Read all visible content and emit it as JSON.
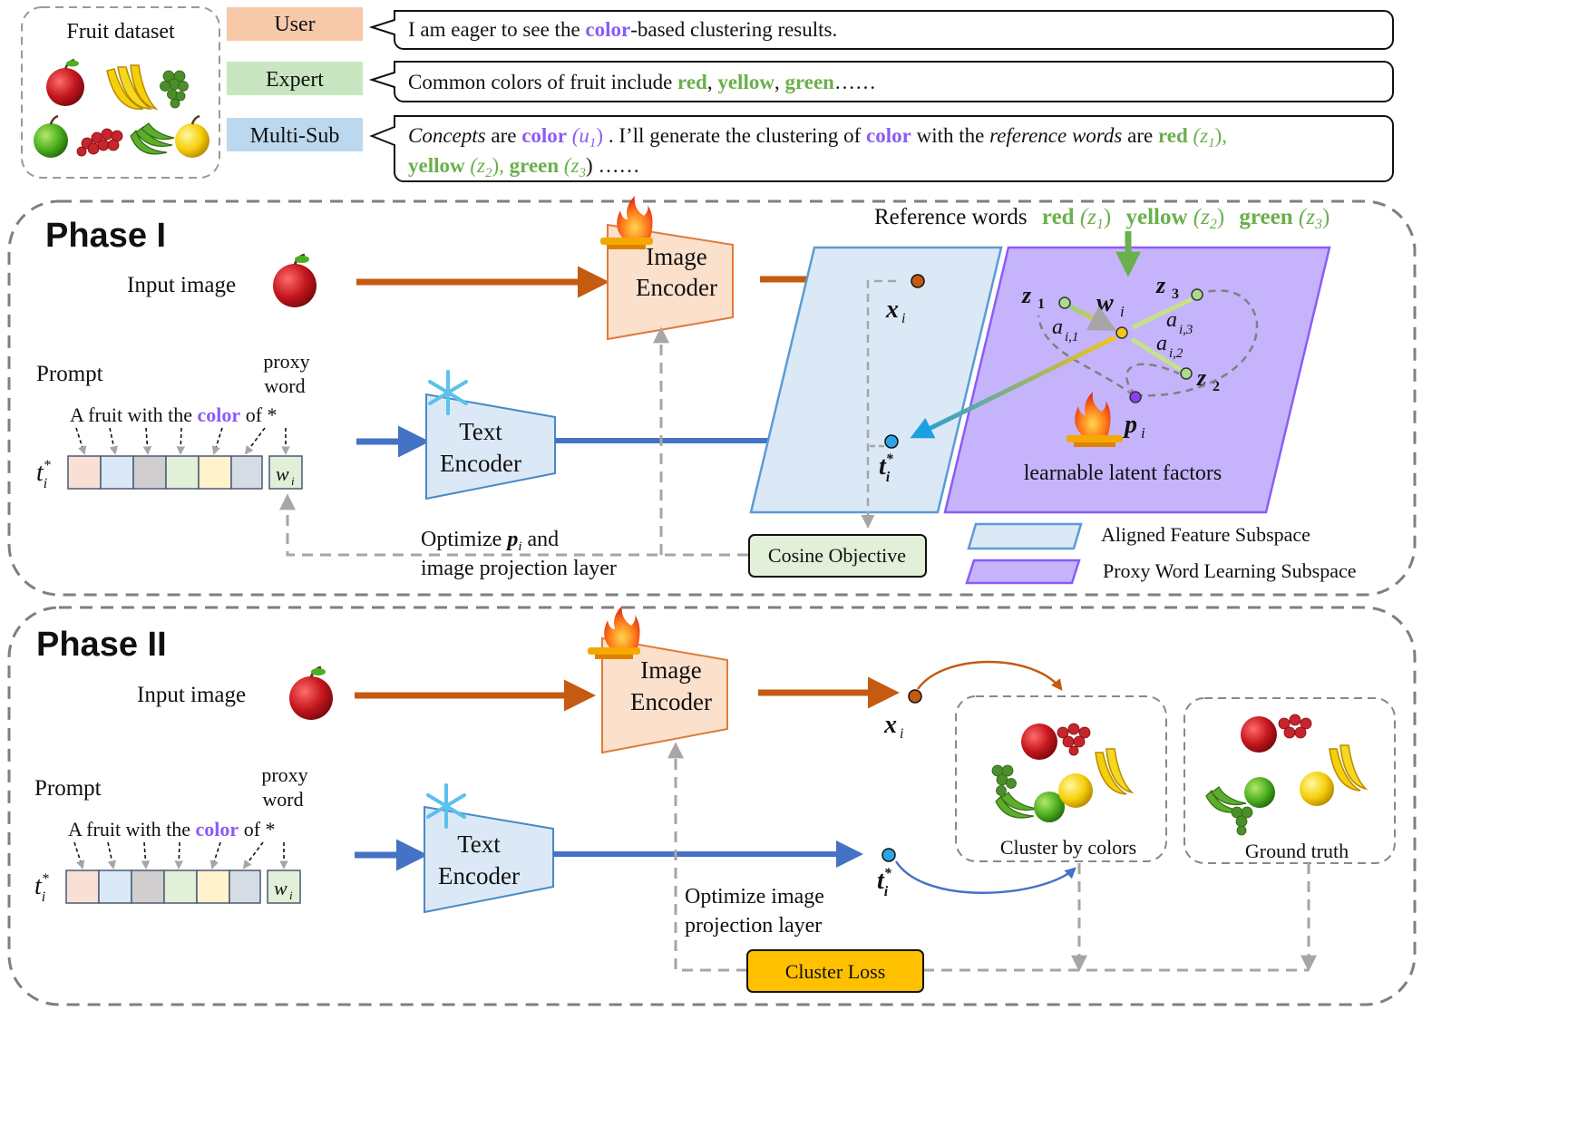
{
  "colors": {
    "user_box": "#f7c9a9",
    "expert_box": "#c8e6c0",
    "multisub_box": "#bcd8ef",
    "concept_purple": "#8b5cf6",
    "reference_green": "#6ab04c",
    "image_arrow": "#c55a11",
    "text_arrow": "#4472c4",
    "image_encoder_fill": "#fbe0cc",
    "text_encoder_fill": "#dbe9f6",
    "aligned_subspace": "#dbe9f6",
    "proxy_subspace": "#c5b4fb",
    "cosine_box": "#e2efd9",
    "cluster_loss_box": "#ffc000",
    "token_colors": [
      "#f8e0d6",
      "#dbe9f6",
      "#d0cece",
      "#e2efd9",
      "#fff2cc",
      "#d6dce4",
      "#e2efd9"
    ]
  },
  "top": {
    "dataset_title": "Fruit dataset",
    "roles": {
      "user": "User",
      "expert": "Expert",
      "multisub": "Multi-Sub"
    },
    "user_msg": {
      "pre": "I am eager to see the ",
      "hl": "color",
      "post": "-based clustering results."
    },
    "expert_msg": {
      "pre": "Common colors of fruit include ",
      "red": "red",
      "sep1": ", ",
      "yellow": "yellow",
      "sep2": ", ",
      "green": "green",
      "post": "……"
    },
    "multisub_msg": {
      "concepts": "Concepts",
      "are": " are ",
      "color": "color",
      "u1": " (u",
      "u1_sub": "1",
      "close": ")",
      "mid": " . I’ll generate the clustering of ",
      "color2": "color",
      "with": " with the ",
      "refwords": "reference words",
      "are2": " are ",
      "red": "red",
      "z": " (z",
      "z1": "1",
      "comma1": "),",
      "yellow": "yellow",
      "z2": "2",
      "comma2": "), ",
      "green": "green",
      "z3": "3",
      "end": ") ……"
    }
  },
  "phase1": {
    "title": "Phase I",
    "input_image": "Input image",
    "prompt": "Prompt",
    "proxy_word": [
      "proxy",
      "word"
    ],
    "prompt_text": {
      "pre": "A fruit with the ",
      "color": "color",
      "post": " of *"
    },
    "t_label": "t",
    "w_label": "w",
    "image_encoder": [
      "Image",
      "Encoder"
    ],
    "text_encoder": [
      "Text",
      "Encoder"
    ],
    "x_label": "x",
    "ref_words_label": "Reference words",
    "ref": {
      "red": "red",
      "yellow": "yellow",
      "green": "green"
    },
    "z_labels": [
      "z",
      "z",
      "z"
    ],
    "a_labels": [
      "a",
      "a",
      "a"
    ],
    "p_label": "p",
    "latent_label": "learnable latent factors",
    "optimize": [
      "Optimize ",
      "p",
      " and",
      "image projection layer"
    ],
    "cosine": "Cosine Objective",
    "legend": [
      "Aligned Feature Subspace",
      "Proxy Word Learning Subspace"
    ]
  },
  "phase2": {
    "title": "Phase II",
    "input_image": "Input image",
    "prompt": "Prompt",
    "proxy_word": [
      "proxy",
      "word"
    ],
    "prompt_text": {
      "pre": "A fruit with the ",
      "color": "color",
      "post": " of *"
    },
    "image_encoder": [
      "Image",
      "Encoder"
    ],
    "text_encoder": [
      "Text",
      "Encoder"
    ],
    "cluster_by": "Cluster by colors",
    "ground_truth": "Ground truth",
    "optimize": [
      "Optimize image",
      "projection layer"
    ],
    "cluster_loss": "Cluster Loss"
  }
}
